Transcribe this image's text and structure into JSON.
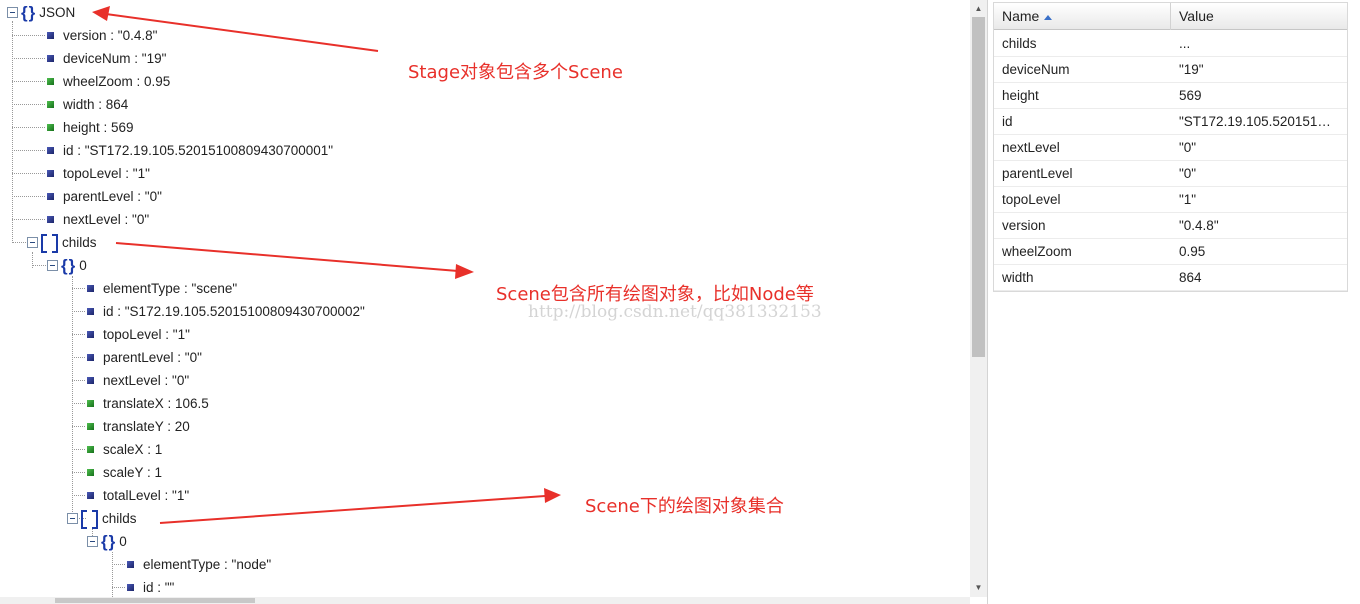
{
  "tree": {
    "root": {
      "label": "JSON"
    },
    "stage_props": [
      {
        "label": "version : \"0.4.8\"",
        "color": "blue"
      },
      {
        "label": "deviceNum : \"19\"",
        "color": "blue"
      },
      {
        "label": "wheelZoom : 0.95",
        "color": "green"
      },
      {
        "label": "width : 864",
        "color": "green"
      },
      {
        "label": "height : 569",
        "color": "green"
      },
      {
        "label": "id : \"ST172.19.105.52015100809430700001\"",
        "color": "blue"
      },
      {
        "label": "topoLevel : \"1\"",
        "color": "blue"
      },
      {
        "label": "parentLevel : \"0\"",
        "color": "blue"
      },
      {
        "label": "nextLevel : \"0\"",
        "color": "blue"
      }
    ],
    "childs_label": "childs",
    "scene_index": "0",
    "scene_props": [
      {
        "label": "elementType : \"scene\"",
        "color": "blue"
      },
      {
        "label": "id : \"S172.19.105.52015100809430700002\"",
        "color": "blue"
      },
      {
        "label": "topoLevel : \"1\"",
        "color": "blue"
      },
      {
        "label": "parentLevel : \"0\"",
        "color": "blue"
      },
      {
        "label": "nextLevel : \"0\"",
        "color": "blue"
      },
      {
        "label": "translateX : 106.5",
        "color": "green"
      },
      {
        "label": "translateY : 20",
        "color": "green"
      },
      {
        "label": "scaleX : 1",
        "color": "green"
      },
      {
        "label": "scaleY : 1",
        "color": "green"
      },
      {
        "label": "totalLevel : \"1\"",
        "color": "blue"
      }
    ],
    "scene_childs_label": "childs",
    "node_index": "0",
    "node_props": [
      {
        "label": "elementType : \"node\"",
        "color": "blue"
      },
      {
        "label": "id : \"\"",
        "color": "blue"
      }
    ]
  },
  "annotations": {
    "stage": "Stage对象包含多个Scene",
    "scene": "Scene包含所有绘图对象，比如Node等",
    "scene_children": "Scene下的绘图对象集合",
    "watermark": "http://blog.csdn.net/qq381332153"
  },
  "grid": {
    "header_name": "Name",
    "header_value": "Value",
    "rows": [
      {
        "name": "childs",
        "value": "..."
      },
      {
        "name": "deviceNum",
        "value": "\"19\""
      },
      {
        "name": "height",
        "value": "569"
      },
      {
        "name": "id",
        "value": "\"ST172.19.105.520151…"
      },
      {
        "name": "nextLevel",
        "value": "\"0\""
      },
      {
        "name": "parentLevel",
        "value": "\"0\""
      },
      {
        "name": "topoLevel",
        "value": "\"1\""
      },
      {
        "name": "version",
        "value": "\"0.4.8\""
      },
      {
        "name": "wheelZoom",
        "value": "0.95"
      },
      {
        "name": "width",
        "value": "864"
      }
    ]
  },
  "colors": {
    "annotation": "#e8302a",
    "brace": "#1a3aa8",
    "leaf_string": "#1b2468",
    "leaf_number": "#16701a"
  }
}
